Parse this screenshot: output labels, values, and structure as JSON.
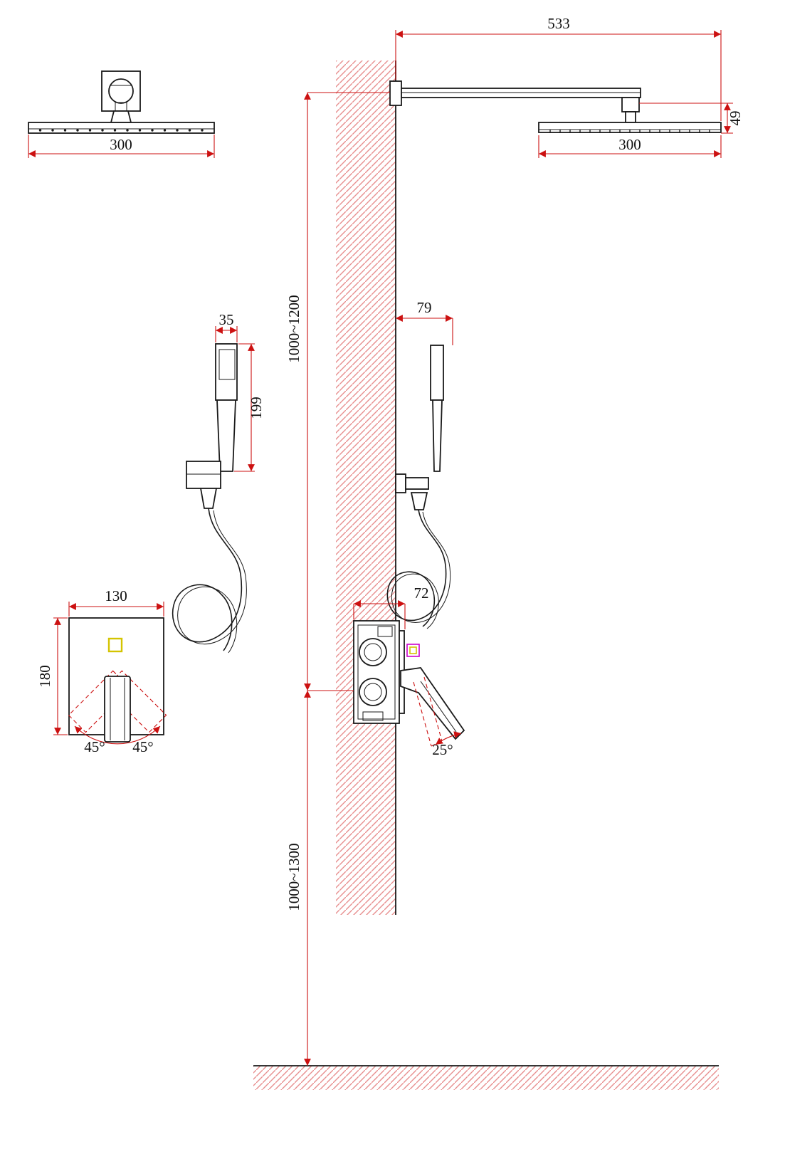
{
  "diagram": {
    "type": "technical-installation-drawing",
    "subject": "wall-mounted rain shower system with hand shower and concealed mixer valve",
    "dims": {
      "arm_length": "533",
      "head_drop": "49",
      "head_width_side": "300",
      "head_width_front": "300",
      "hand_shower_width": "35",
      "hand_shower_length": "199",
      "hand_shower_side_offset": "79",
      "valve_depth": "72",
      "valve_plate_width": "130",
      "valve_plate_height": "180",
      "swing_left": "45°",
      "swing_right": "45°",
      "lever_tilt": "25°",
      "head_install_height": "1000~1200",
      "valve_install_height": "1000~1300"
    },
    "colors": {
      "dimension_line": "#cc1111",
      "hatch": "#e89090",
      "part_outline": "#1a1a1a",
      "accent_yellow": "#d4c400",
      "accent_magenta": "#cc00cc"
    }
  }
}
